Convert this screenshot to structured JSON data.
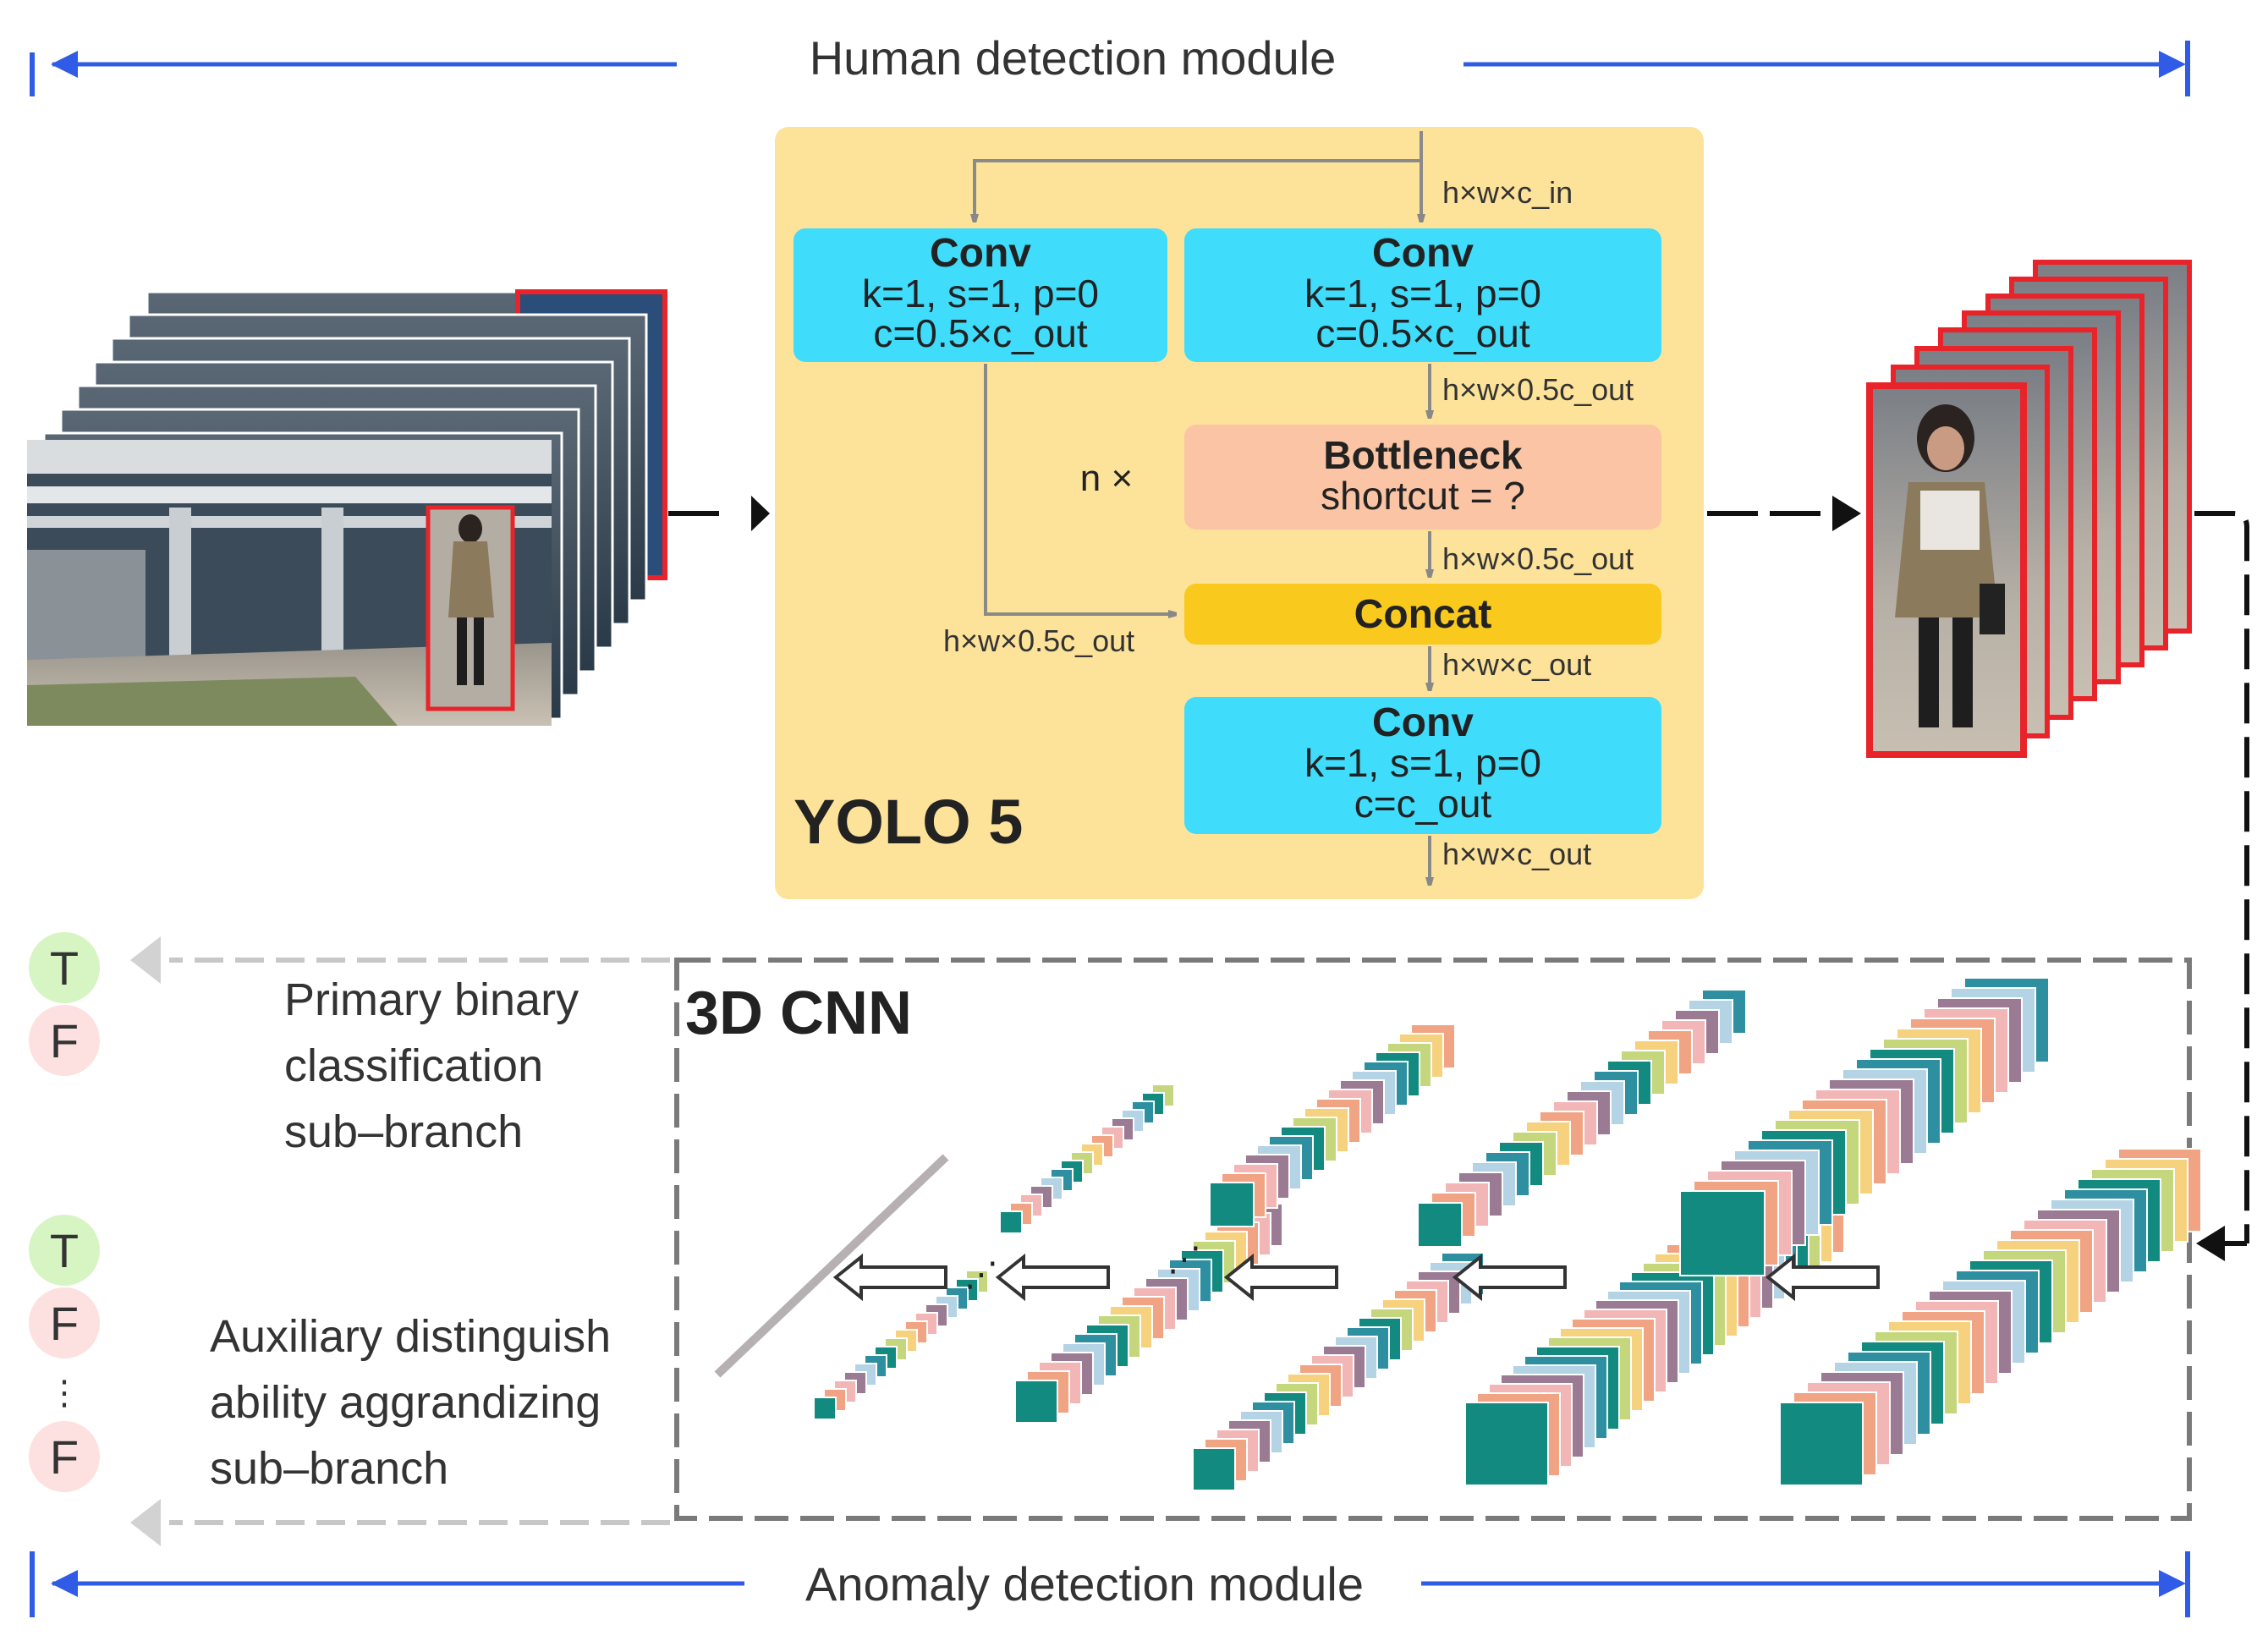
{
  "top_module": {
    "label": "Human detection module"
  },
  "bottom_module": {
    "label": "Anomaly detection module"
  },
  "yolo": {
    "title": "YOLO 5",
    "conv_left": {
      "title": "Conv",
      "line1": "k=1, s=1, p=0",
      "line2": "c=0.5×c_out"
    },
    "conv_right": {
      "title": "Conv",
      "line1": "k=1, s=1, p=0",
      "line2": "c=0.5×c_out"
    },
    "bottleneck": {
      "title": "Bottleneck",
      "line1": "shortcut = ?"
    },
    "repeat_label": "n ×",
    "concat": {
      "title": "Concat"
    },
    "conv_out": {
      "title": "Conv",
      "line1": "k=1, s=1, p=0",
      "line2": "c=c_out"
    },
    "dims": {
      "input": "h×w×c_in",
      "after_conv": "h×w×0.5c_out",
      "after_bottleneck": "h×w×0.5c_out",
      "left_branch": "h×w×0.5c_out",
      "after_concat": "h×w×c_out",
      "output": "h×w×c_out"
    }
  },
  "cnn": {
    "title": "3D CNN"
  },
  "branches": {
    "primary": {
      "line1": "Primary binary",
      "line2": "classification",
      "line3": "sub–branch"
    },
    "auxiliary": {
      "line1": "Auxiliary distinguish",
      "line2": "ability aggrandizing",
      "line3": "sub–branch"
    }
  },
  "outputs": {
    "primary": [
      "T",
      "F"
    ],
    "auxiliary": [
      "T",
      "F",
      "⋮",
      "F"
    ]
  },
  "colors": {
    "blue_arrow": "#2f5be6",
    "yolo_bg": "#fde39a",
    "conv": "#3fdcfb",
    "bottleneck": "#fbc4a4",
    "concat": "#f9c91d",
    "true_circle": "#d6f5c3",
    "false_circle": "#fde0e0",
    "teal": "#138a7f",
    "red_box": "#e8232a"
  }
}
